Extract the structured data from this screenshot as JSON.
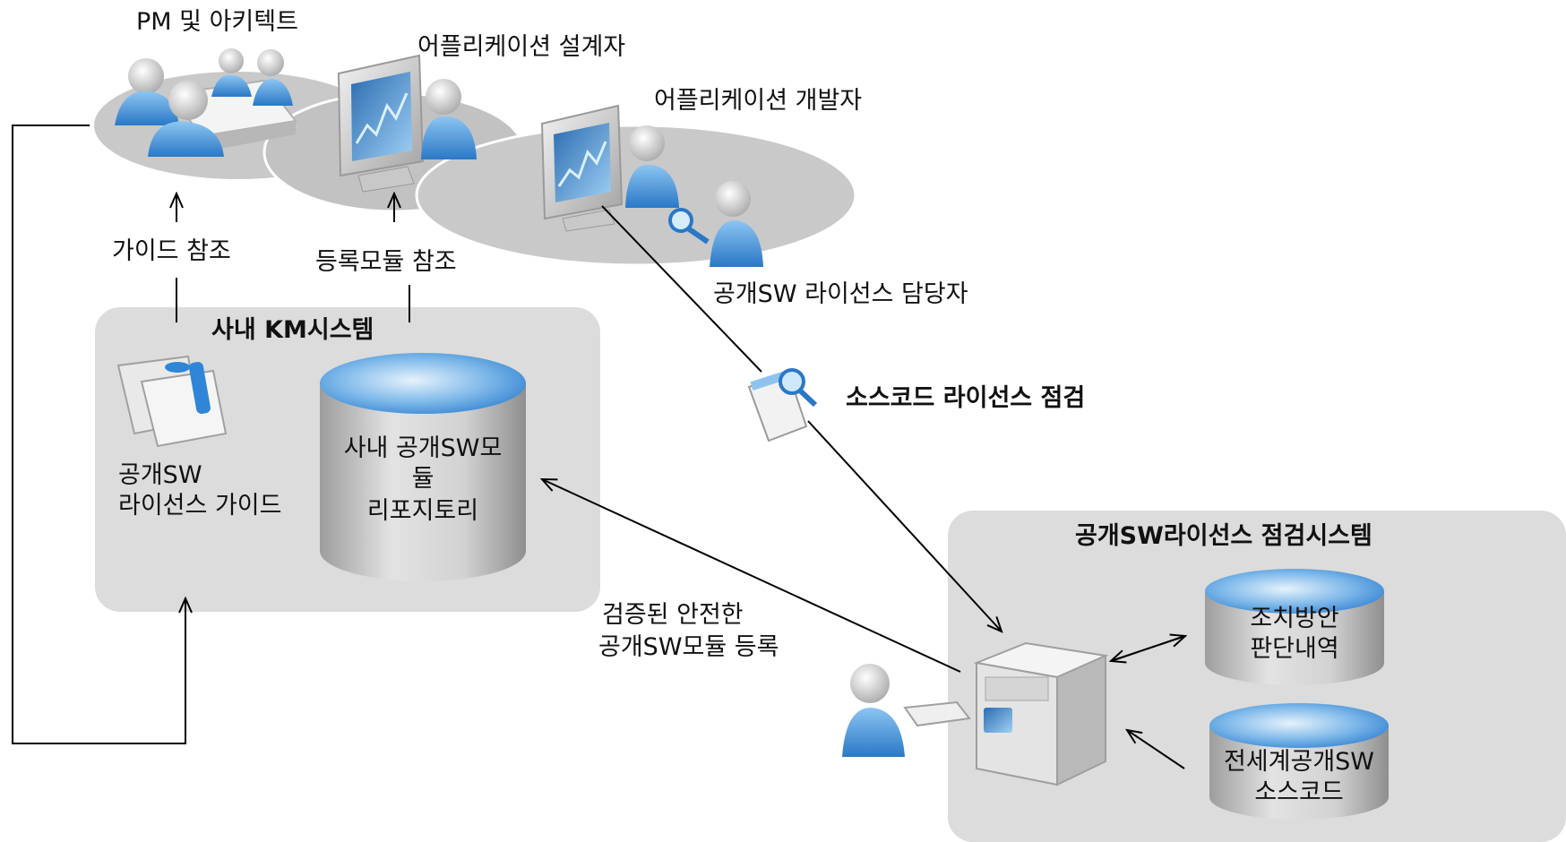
{
  "roles": {
    "pm_architect": "PM 및 아키텍트",
    "app_designer": "어플리케이션 설계자",
    "app_developer": "어플리케이션 개발자",
    "license_manager": "공개SW 라이선스 담당자"
  },
  "km_system": {
    "title": "사내 KM시스템",
    "guide_label": [
      "공개SW",
      "라이선스 가이드"
    ],
    "repository_label": [
      "사내 공개SW모",
      "듈",
      "리포지토리"
    ]
  },
  "flows": {
    "guide_ref": "가이드 참조",
    "module_ref": "등록모듈 참조",
    "source_check": "소스코드 라이선스 점검",
    "register": [
      "검증된 안전한",
      "공개SW모듈 등록"
    ]
  },
  "check_system": {
    "title": "공개SW라이선스 점검시스템",
    "db_action": [
      "조치방안",
      "판단내역"
    ],
    "db_source": [
      "전세계공개SW",
      "소스코드"
    ]
  },
  "colors": {
    "panel_bg": "#dcdcdc",
    "ellipse_bg": "#c8c8c8",
    "accent_blue": "#3a8fd8",
    "db_top": "#5aa7e6",
    "db_body": "#cfcfcf"
  }
}
